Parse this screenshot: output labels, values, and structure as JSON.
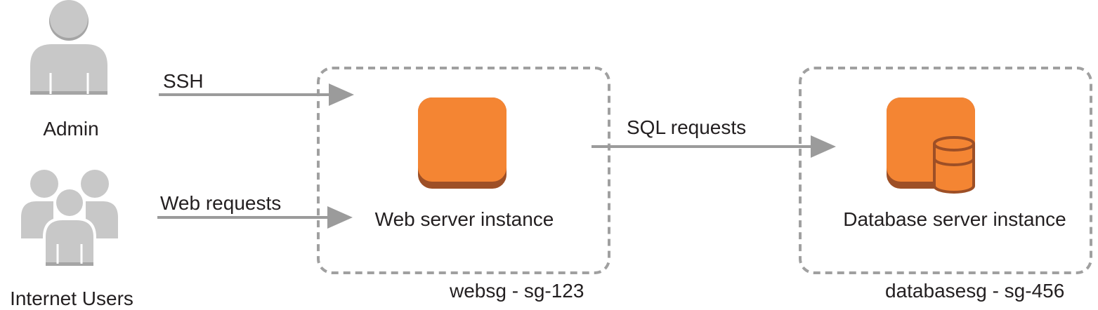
{
  "actors": {
    "admin": {
      "label": "Admin",
      "icon": "admin-user-icon"
    },
    "internet_users": {
      "label": "Internet Users",
      "icon": "user-group-icon"
    }
  },
  "connections": {
    "ssh": "SSH",
    "web_requests": "Web requests",
    "sql_requests": "SQL requests"
  },
  "groups": {
    "web": {
      "name": "websg - sg-123",
      "instance_label": "Web server instance",
      "icon": "ec2-instance-icon"
    },
    "db": {
      "name": "databasesg - sg-456",
      "instance_label": "Database server instance",
      "icon": "database-instance-icon"
    }
  },
  "colors": {
    "instance_orange": "#f48533",
    "instance_shadow": "#9d4f26",
    "user_gray": "#c8c8c8",
    "user_shadow": "#a5a5a5",
    "arrow_gray": "#9b9b9b",
    "group_border": "#a0a0a0",
    "text": "#231f20"
  }
}
